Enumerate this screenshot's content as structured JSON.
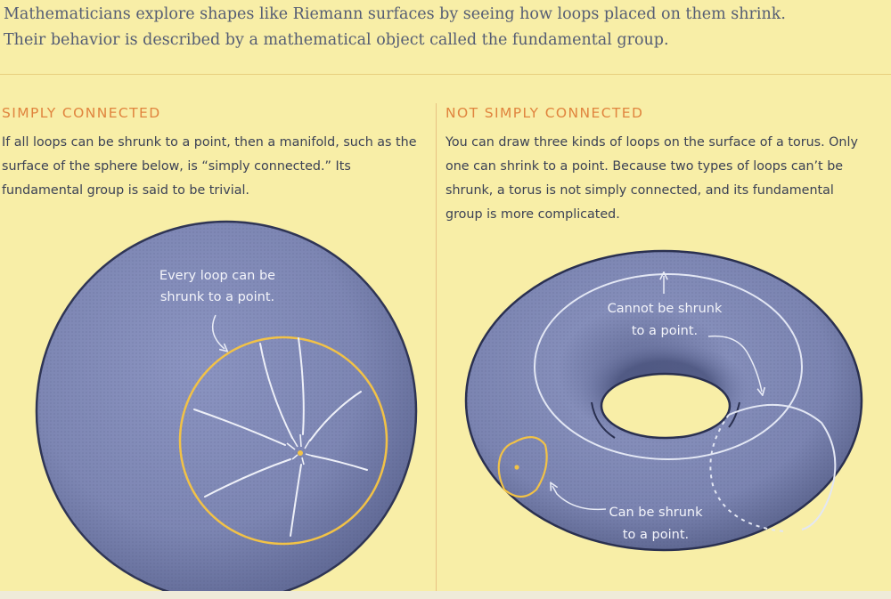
{
  "intro": {
    "line1": "Mathematicians explore shapes like Riemann surfaces by seeing how loops placed on them shrink.",
    "line2": "Their behavior is described by a mathematical object called the fundamental group."
  },
  "left": {
    "heading": "SIMPLY CONNECTED",
    "body": "If all loops can be shrunk to a point, then a manifold, such as the surface of the sphere below, is “simply connected.” Its fundamental group is said to be trivial.",
    "label_line1": "Every loop can be",
    "label_line2": "shrunk to a point."
  },
  "right": {
    "heading": "NOT SIMPLY CONNECTED",
    "body": "You can draw three kinds of loops on the surface of a torus. Only one can shrink to a point. Because two types of loops can’t be shrunk, a torus is not simply connected, and its fundamental group is more complicated.",
    "cannot_line1": "Cannot be shrunk",
    "cannot_line2": "to a point.",
    "can_line1": "Can be shrunk",
    "can_line2": "to a point."
  },
  "colors": {
    "background": "#f8eea7",
    "surface": "#7f88b4",
    "heading_accent": "#e0843e",
    "loop_yellow": "#f2c246",
    "loop_white": "#e9ecf6"
  }
}
